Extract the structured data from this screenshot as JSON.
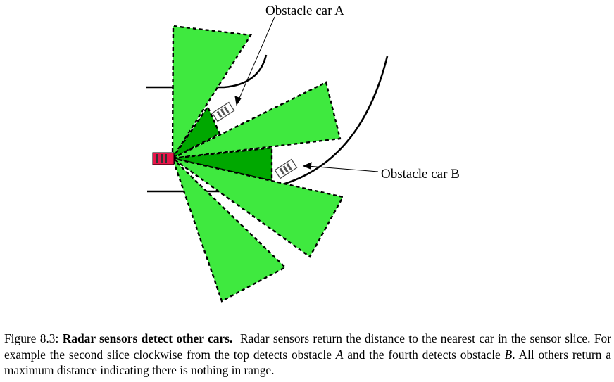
{
  "labels": {
    "obstacle_a": "Obstacle car A",
    "obstacle_b": "Obstacle car B"
  },
  "caption": {
    "figure_label": "Figure 8.3:",
    "title": "Radar sensors detect other cars.",
    "text_1": "Radar sensors return the distance to the nearest car in the sensor slice. For example the second slice clockwise from the top detects obstacle",
    "var_a": "A",
    "text_2": "and the fourth detects obstacle",
    "var_b": "B",
    "text_3": ". All others return a maximum distance indicating there is nothing in range."
  },
  "colors": {
    "sensor_slice": "#3fe93f",
    "detected_slice": "#00a800",
    "ego_car": "#e8164a",
    "obstacle_car_stripes": "#555555",
    "road": "#000000"
  }
}
